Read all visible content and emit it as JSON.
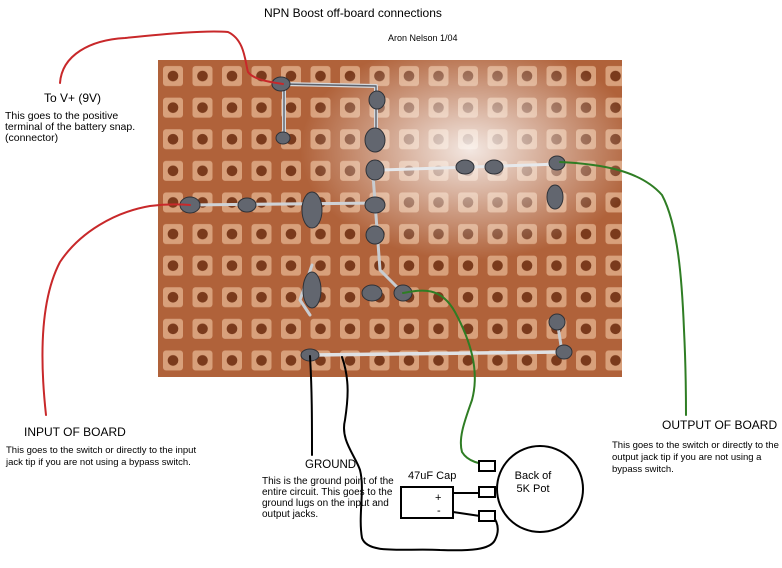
{
  "title": "NPN Boost off-board connections",
  "author": "Aron Nelson 1/04",
  "vplus": {
    "label": "To V+ (9V)",
    "description": "This goes to the positive terminal of the battery snap. (connector)"
  },
  "input": {
    "label": "INPUT OF BOARD",
    "description": "This goes to the switch or directly to the input jack tip if you are not using a bypass switch."
  },
  "ground": {
    "label": "GROUND",
    "description": "This is the ground point of the entire circuit. This goes to the ground lugs on the input and output jacks."
  },
  "output": {
    "label": "OUTPUT OF BOARD",
    "description": "This goes to the switch or directly to the output jack tip if you are not using a bypass switch."
  },
  "capacitor": {
    "label": "47uF Cap",
    "plus": "+",
    "minus": "-"
  },
  "pot": {
    "label": "Back of 5K Pot"
  },
  "colors": {
    "board": "#b8683f",
    "board_dark": "#8a4524",
    "pad": "#d9a27f",
    "solder": "#6a6f7a",
    "vplus_wire": "#c8282a",
    "input_wire": "#c8282a",
    "output_wire": "#2f7d24",
    "pot_wire": "#2f7d24",
    "ground_wire": "#000000"
  }
}
